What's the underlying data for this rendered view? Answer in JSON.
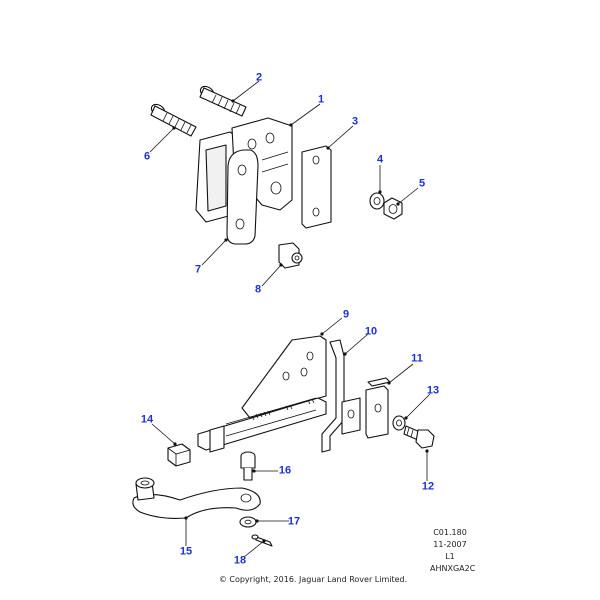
{
  "diagram": {
    "callouts": [
      "1",
      "2",
      "3",
      "4",
      "5",
      "6",
      "7",
      "8",
      "9",
      "10",
      "11",
      "12",
      "13",
      "14",
      "15",
      "16",
      "17",
      "18"
    ],
    "meta_lines": [
      "C01.180",
      "11-2007",
      "L1",
      "AHNXGA2C"
    ],
    "copyright": "© Copyright, 2016. Jaguar Land Rover Limited.",
    "ink_color": "#111111",
    "callout_color": "#1f2fd8"
  }
}
